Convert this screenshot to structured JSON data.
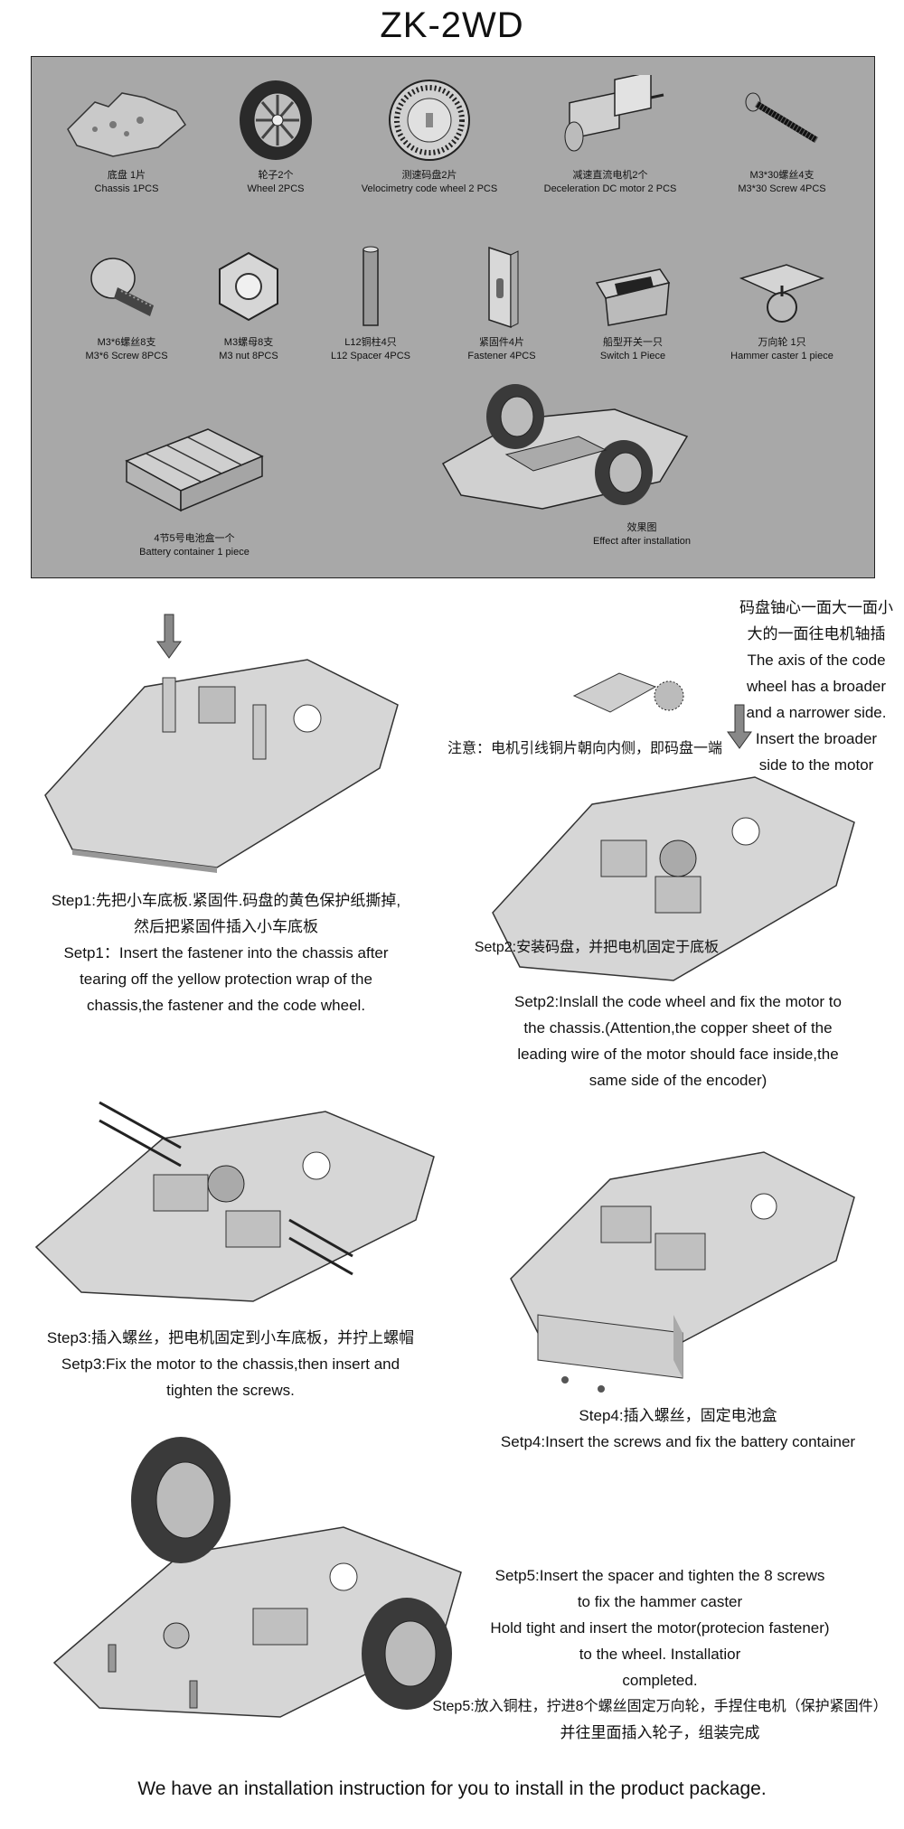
{
  "title": "ZK-2WD",
  "parts": [
    {
      "cn": "底盘 1片",
      "en": "Chassis 1PCS",
      "icon": "chassis-icon"
    },
    {
      "cn": "轮子2个",
      "en": "Wheel 2PCS",
      "icon": "wheel-icon"
    },
    {
      "cn": "测速码盘2片",
      "en": "Velocimetry code wheel 2 PCS",
      "icon": "code-wheel-icon"
    },
    {
      "cn": "减速直流电机2个",
      "en": "Deceleration DC motor 2 PCS",
      "icon": "motor-icon"
    },
    {
      "cn": "M3*30螺丝4支",
      "en": "M3*30 Screw 4PCS",
      "icon": "long-screw-icon"
    },
    {
      "cn": "M3*6螺丝8支",
      "en": "M3*6 Screw 8PCS",
      "icon": "short-screw-icon"
    },
    {
      "cn": "M3螺母8支",
      "en": "M3 nut 8PCS",
      "icon": "nut-icon"
    },
    {
      "cn": "L12铜柱4只",
      "en": "L12 Spacer 4PCS",
      "icon": "spacer-icon"
    },
    {
      "cn": "紧固件4片",
      "en": "Fastener 4PCS",
      "icon": "fastener-icon"
    },
    {
      "cn": "船型开关一只",
      "en": "Switch 1 Piece",
      "icon": "switch-icon"
    },
    {
      "cn": "万向轮 1只",
      "en": "Hammer caster 1 piece",
      "icon": "caster-icon"
    },
    {
      "cn": "4节5号电池盒一个",
      "en": "Battery container 1 piece",
      "icon": "battery-box-icon"
    },
    {
      "cn": "效果图",
      "en": "Effect after installation",
      "icon": "assembled-car-icon"
    }
  ],
  "steps": {
    "step1": {
      "line1": "Step1:先把小车底板.紧固件.码盘的黄色保护纸撕掉,",
      "line2": "然后把紧固件插入小车底板",
      "line3": "Setp1：Insert the fastener into the chassis after",
      "line4": "tearing off the yellow protection wrap of the",
      "line5": "chassis,the fastener and the code wheel."
    },
    "step2": {
      "note_cn_1": "码盘铀心一面大一面小",
      "note_cn_2": "大的一面往电机轴插",
      "note_en_1": "The axis of the code",
      "note_en_2": "wheel has a broader",
      "note_en_3": "and a narrower side.",
      "note_en_4": "Insert the broader",
      "note_en_5": "side to the motor",
      "attention": "注意：电机引线铜片朝向内侧，即码盘一端",
      "caption_cn": "Setp2:安装码盘，并把电机固定于底板",
      "line1": "Setp2:Inslall the code wheel and fix the motor to",
      "line2": "the chassis.(Attention,the copper sheet of the",
      "line3": "leading wire of the motor should face inside,the",
      "line4": "same side of the encoder)"
    },
    "step3": {
      "line1": "Step3:插入螺丝，把电机固定到小车底板，并拧上螺帽",
      "line2": "Setp3:Fix the motor to the chassis,then insert and",
      "line3": "tighten the screws."
    },
    "step4": {
      "line1": "Step4:插入螺丝，固定电池盒",
      "line2": "Setp4:Insert the screws and fix the battery container"
    },
    "step5": {
      "line1": "Setp5:Insert the spacer and tighten the 8 screws",
      "line2": "to fix the hammer caster",
      "line3": "Hold tight and insert the motor(protecion fastener)",
      "line4": "to the wheel. Installatior",
      "line5": "completed.",
      "line6": "Step5:放入铜柱，拧进8个螺丝固定万向轮，手捏住电机（保护紧固件）",
      "line7": "并往里面插入轮子，组装完成"
    }
  },
  "footer": "We have an installation instruction for you to install in the product package."
}
